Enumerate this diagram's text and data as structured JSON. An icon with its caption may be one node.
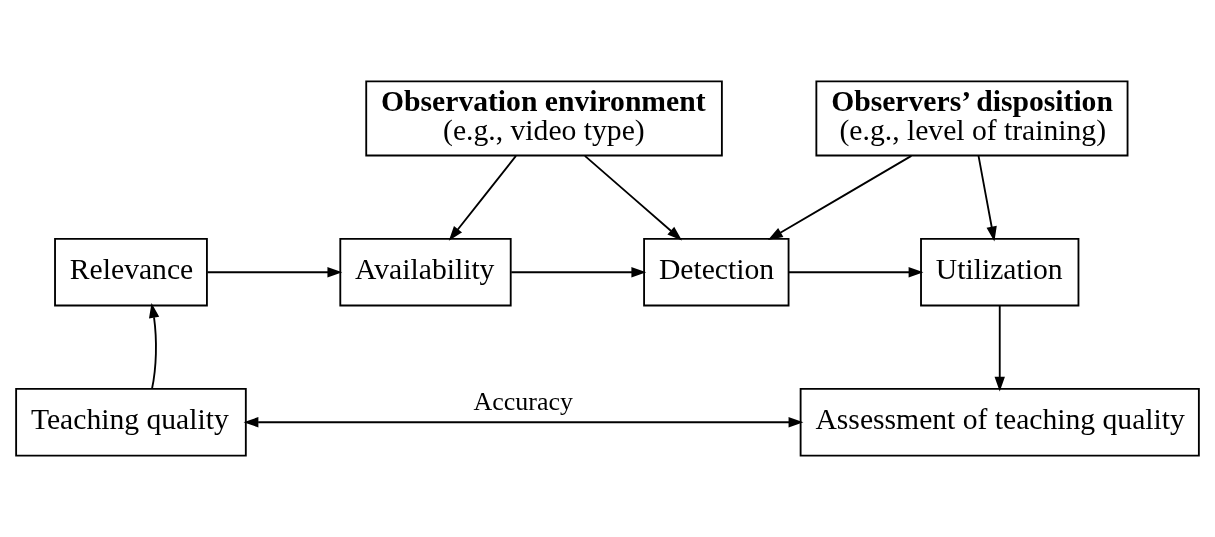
{
  "diagram": {
    "nodes": [
      {
        "text": [
          "Observation environment",
          "(e.g., video type)"
        ]
      },
      {
        "text": [
          "Observers’ disposition",
          "(e.g., level of training)"
        ]
      },
      {
        "text": [
          "Relevance"
        ]
      },
      {
        "text": [
          "Availability"
        ]
      },
      {
        "text": [
          "Detection"
        ]
      },
      {
        "text": [
          "Utilization"
        ]
      },
      {
        "text": [
          "Teaching quality"
        ]
      },
      {
        "text": [
          "Assessment of teaching quality"
        ]
      }
    ],
    "edges": [
      {
        "from": 6,
        "to": 2,
        "arrow": "to"
      },
      {
        "from": 2,
        "to": 3,
        "arrow": "to"
      },
      {
        "from": 3,
        "to": 4,
        "arrow": "to"
      },
      {
        "from": 4,
        "to": 5,
        "arrow": "to"
      },
      {
        "from": 0,
        "to": 3,
        "arrow": "to"
      },
      {
        "from": 0,
        "to": 4,
        "arrow": "to"
      },
      {
        "from": 1,
        "to": 4,
        "arrow": "to"
      },
      {
        "from": 1,
        "to": 5,
        "arrow": "to"
      },
      {
        "from": 5,
        "to": 7,
        "arrow": "to"
      },
      {
        "from": 6,
        "to": 7,
        "label": "Accuracy",
        "arrow": "both"
      }
    ]
  }
}
